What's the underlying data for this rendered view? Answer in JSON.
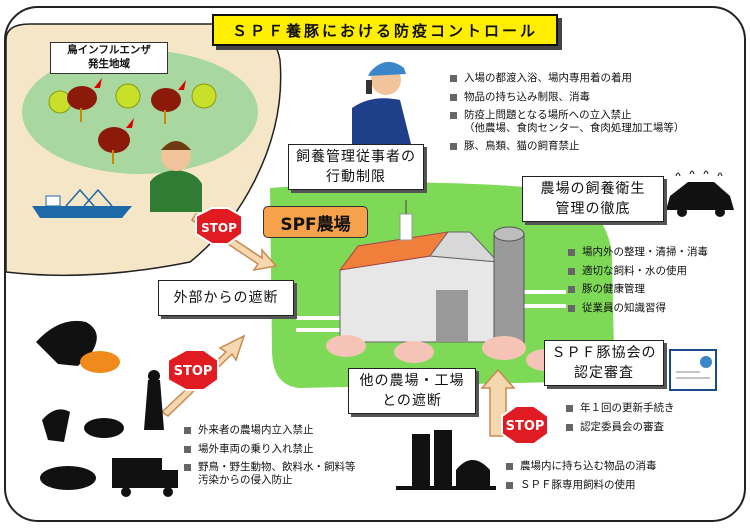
{
  "title": "ＳＰＦ養豚における防疫コントロール",
  "bird_flu_area": {
    "line1": "鳥インフルエンザ",
    "line2": "発生地域"
  },
  "staff_box": {
    "line1": "飼養管理従事者の",
    "line2": "行動制限"
  },
  "staff_items": [
    "入場の都渡入浴、場内専用着の着用",
    "物品の持ち込み制限、消毒",
    "防疫上問題となる場所への立入禁止",
    "（他農場、食肉センター、食肉処理加工場等）",
    "豚、鳥類、猫の飼育禁止"
  ],
  "farm_label": "SPF農場",
  "hygiene_box": {
    "line1": "農場の飼養衛生",
    "line2": "管理の徹底"
  },
  "hygiene_items": [
    "場内外の整理・清掃・消毒",
    "適切な飼料・水の使用",
    "豚の健康管理",
    "従業員の知識習得"
  ],
  "external_box": "外部からの遮断",
  "association_box": {
    "line1": "ＳＰＦ豚協会の",
    "line2": "認定審査"
  },
  "other_farm_box": {
    "line1": "他の農場・工場",
    "line2": "との遮断"
  },
  "association_items": [
    "年１回の更新手続き",
    "認定委員会の審査"
  ],
  "external_items": [
    "外来者の農場内立入禁止",
    "場外車両の乗り入れ禁止",
    "野鳥・野生動物、飲料水・飼料等",
    "汚染からの侵入防止"
  ],
  "other_farm_items": [
    "農場内に持ち込む物品の消毒",
    "ＳＰＦ豚専用飼料の使用"
  ],
  "stop_text": "STOP",
  "colors": {
    "title_bg": "#ffee00",
    "farm_green": "#7ed957",
    "flu_area": "#f5e6c8",
    "stop_red": "#e11b22",
    "arrow_fill": "#f6d8b0"
  }
}
